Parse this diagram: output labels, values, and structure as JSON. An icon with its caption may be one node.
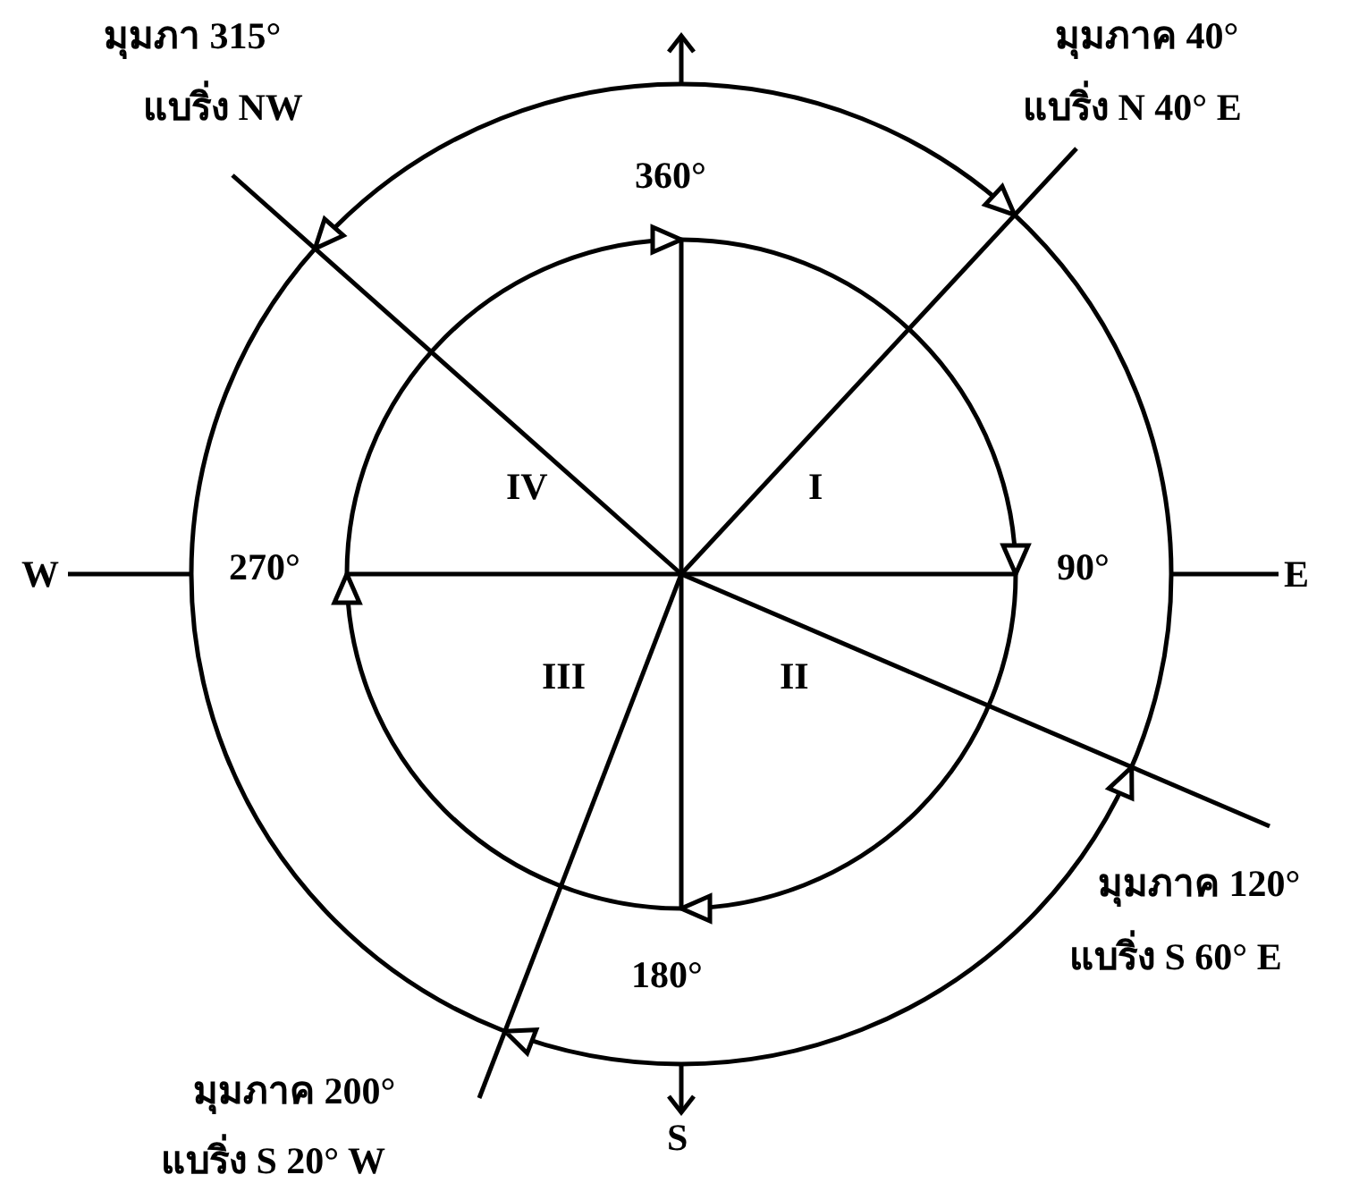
{
  "diagram": {
    "labels": [
      "มุมภา 315°",
      "แบริ่ง NW",
      "มุมภาค 40°",
      "แบริ่ง N 40° E",
      "360°",
      "IV",
      "I",
      "W",
      "270°",
      "90°",
      "E",
      "III",
      "II",
      "มุมภาค 120°",
      "แบริ่ง S 60° E",
      "180°",
      "S",
      "มุมภาค 200°",
      "แบริ่ง S 20° W"
    ]
  }
}
